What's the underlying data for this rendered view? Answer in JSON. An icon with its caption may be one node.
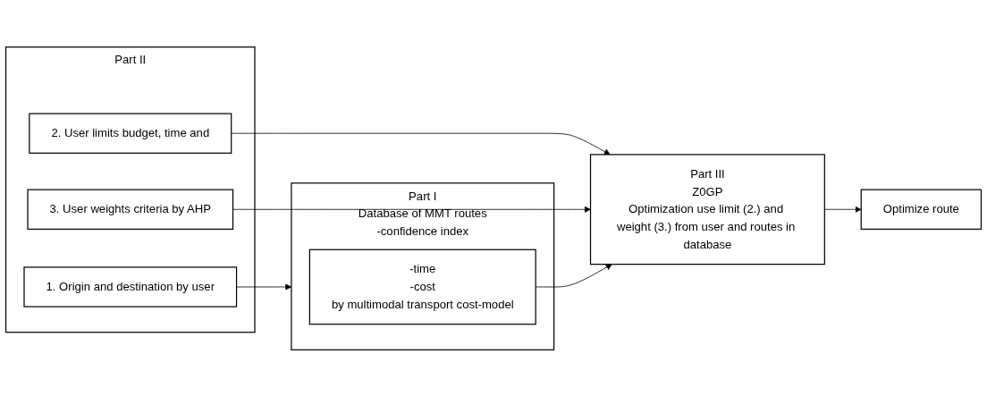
{
  "diagram": {
    "nodes": [
      {
        "text": [
          "Part II"
        ]
      },
      {
        "text": [
          "1. Origin and destination by user"
        ],
        "in": 0
      },
      {
        "text": [
          "2. User limits budget, time and"
        ],
        "in": 0
      },
      {
        "text": [
          "3. User weights criteria by AHP"
        ],
        "in": 0
      },
      {
        "text": [
          "Part III",
          "Z0GP",
          "Optimization use limit (2.) and weight (3.) from user and routes in database"
        ]
      },
      {
        "text": [
          "Part I",
          "Database of MMT routes",
          "-confidence index"
        ]
      },
      {
        "text": [
          "-time",
          "-cost",
          "by multimodal transport cost-model"
        ],
        "in": 5
      },
      {
        "text": [
          "Optimize route"
        ]
      }
    ],
    "edges": [
      {
        "from": 1,
        "to": 5,
        "arrow": "to"
      },
      {
        "from": 2,
        "to": 4,
        "arrow": "to"
      },
      {
        "from": 3,
        "to": 4,
        "arrow": "to"
      },
      {
        "from": 6,
        "to": 4,
        "arrow": "to"
      },
      {
        "from": 4,
        "to": 7,
        "arrow": "to"
      }
    ]
  }
}
